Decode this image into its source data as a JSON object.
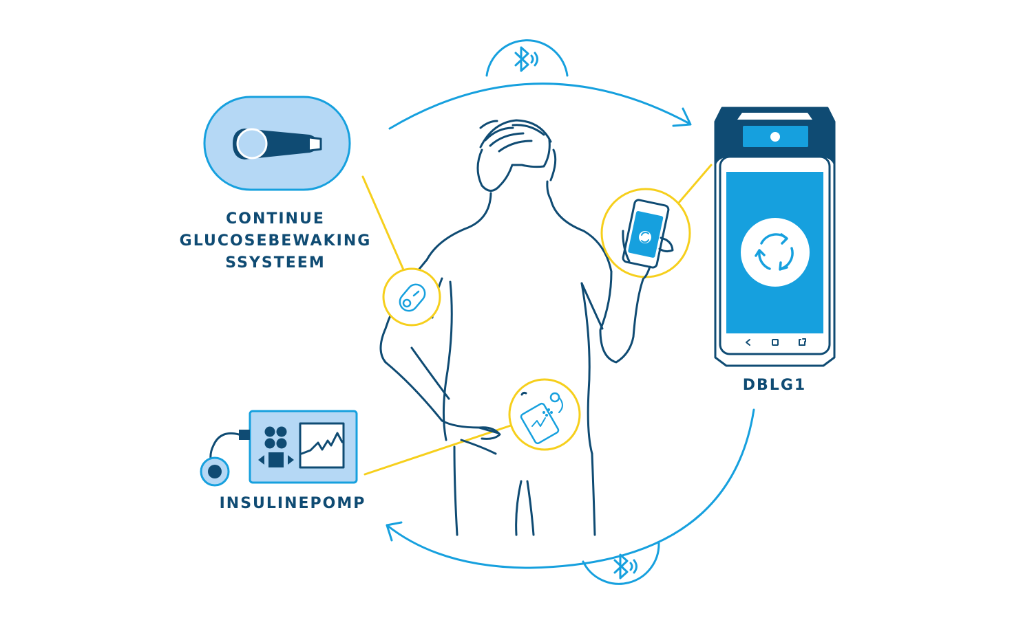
{
  "colors": {
    "navy": "#0f4b73",
    "blue": "#16a0de",
    "light_blue": "#b5d8f5",
    "yellow": "#f6cf1c",
    "white": "#ffffff"
  },
  "labels": {
    "cgm_line1": "CONTINUE",
    "cgm_line2": "GLUCOSEBEWAKING",
    "cgm_line3": "SSYSTEEM",
    "pump": "INSULINEPOMP",
    "dblg": "DBLG1"
  },
  "icons": {
    "bluetooth_top": "bluetooth-icon",
    "bluetooth_bottom": "bluetooth-icon",
    "sync": "sync-icon",
    "nav_back": "back-icon",
    "nav_home": "home-icon",
    "nav_recent": "recent-icon"
  }
}
